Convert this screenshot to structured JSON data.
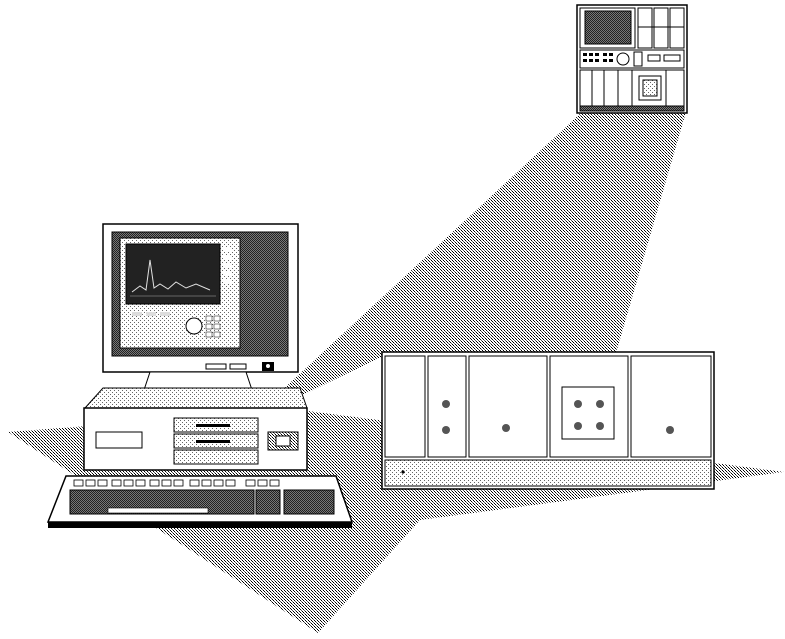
{
  "colors": {
    "background": "#ffffff",
    "ink": "#000000",
    "shadow_light": "#bdbdbd",
    "shadow_mid": "#8f8f8f",
    "shadow_dark": "#555555",
    "screen_fill": "#2a2a2a",
    "panel_gray": "#d0d0d0"
  },
  "scene": {
    "elements": [
      {
        "name": "modular-instrument-panel",
        "icon": "instrument-rack-icon"
      },
      {
        "name": "projection-beam",
        "icon": "light-beam-icon"
      },
      {
        "name": "floor-shadow",
        "icon": "shadow-icon"
      },
      {
        "name": "desktop-computer",
        "icon": "computer-icon"
      },
      {
        "name": "crt-monitor",
        "icon": "monitor-icon"
      },
      {
        "name": "monitor-screen-virtual-front-panel",
        "icon": "screen-icon"
      },
      {
        "name": "system-unit",
        "icon": "pc-case-icon"
      },
      {
        "name": "keyboard",
        "icon": "keyboard-icon"
      },
      {
        "name": "vxi-mainframe-chassis",
        "icon": "card-cage-icon"
      }
    ]
  }
}
